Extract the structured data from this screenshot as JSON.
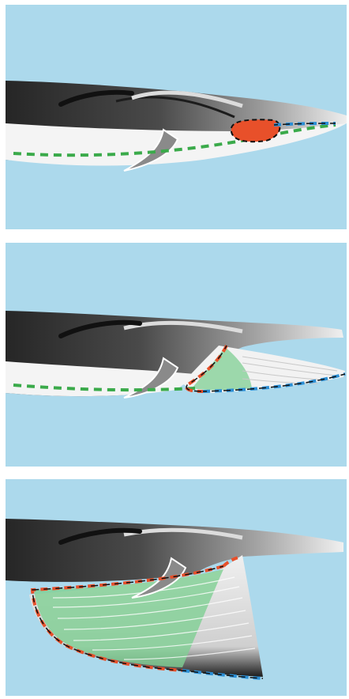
{
  "figure": {
    "panels": [
      {
        "id": "panel-1",
        "stage": "closed"
      },
      {
        "id": "panel-2",
        "stage": "opening"
      },
      {
        "id": "panel-3",
        "stage": "engulfment"
      }
    ],
    "colors": {
      "background": "#acd9ec",
      "panel_gap": "#ffffff",
      "dorsal": "#2b2b2b",
      "ventral": "#f2f2f2",
      "orange_outline": "#e8502a",
      "blue_outline": "#2a8fd6",
      "green_outline": "#3aaa4a",
      "green_fill": "#7fcf93"
    }
  }
}
